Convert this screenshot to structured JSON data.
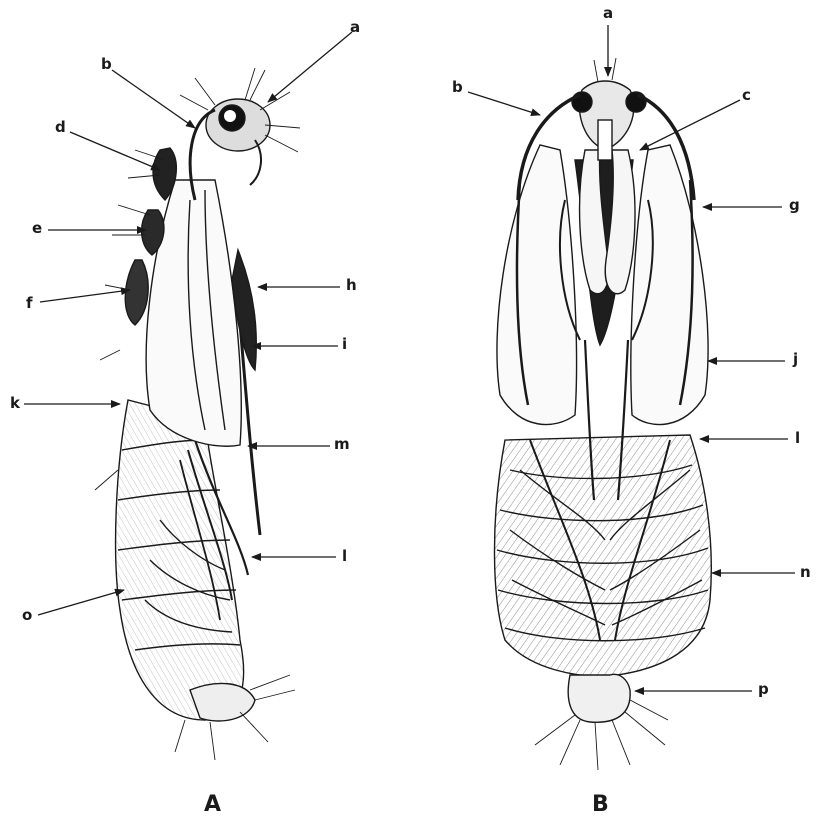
{
  "figure": {
    "panels": [
      {
        "caption": "A",
        "labels": [
          "a",
          "b",
          "d",
          "e",
          "f",
          "h",
          "i",
          "k",
          "m",
          "l",
          "o"
        ]
      },
      {
        "caption": "B",
        "labels": [
          "a",
          "b",
          "c",
          "g",
          "j",
          "l",
          "n",
          "p"
        ]
      }
    ]
  }
}
